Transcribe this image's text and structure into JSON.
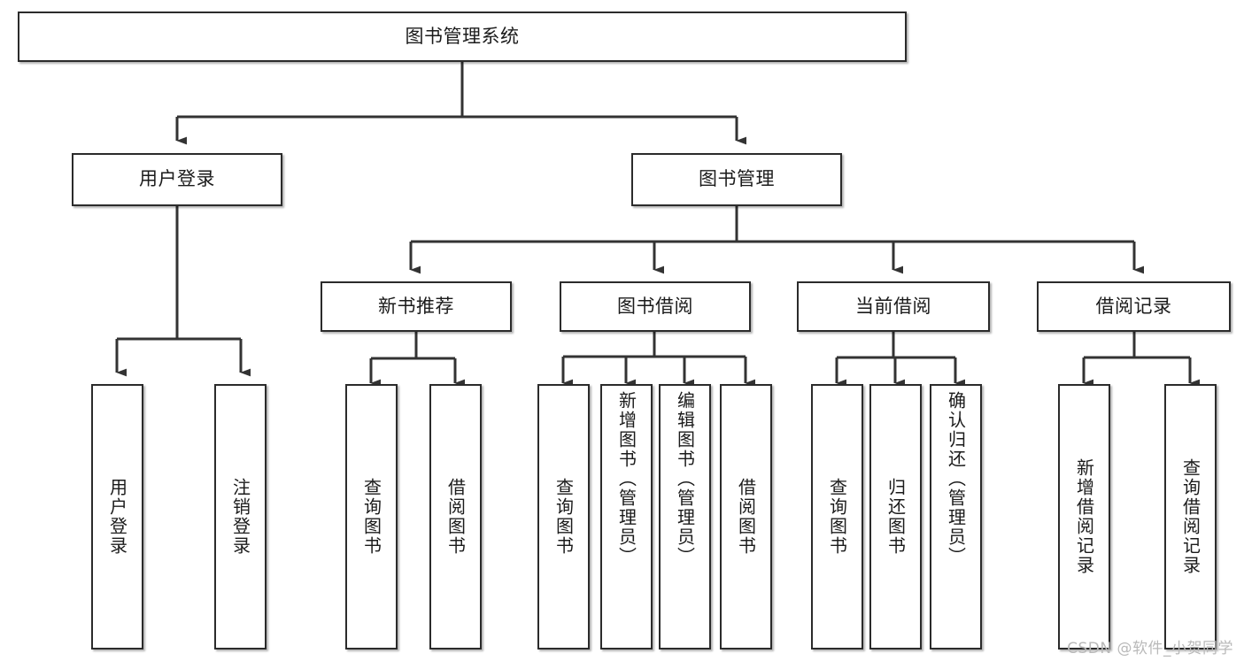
{
  "diagram": {
    "title": "图书管理系统",
    "type": "hierarchy-tree",
    "root": {
      "id": "root",
      "label": "图书管理系统"
    },
    "level2": [
      {
        "id": "user-login",
        "label": "用户登录"
      },
      {
        "id": "book-management",
        "label": "图书管理"
      }
    ],
    "level3": [
      {
        "id": "new-book-recommend",
        "label": "新书推荐",
        "parent": "book-management"
      },
      {
        "id": "book-borrow",
        "label": "图书借阅",
        "parent": "book-management"
      },
      {
        "id": "current-borrow",
        "label": "当前借阅",
        "parent": "book-management"
      },
      {
        "id": "borrow-record",
        "label": "借阅记录",
        "parent": "book-management"
      }
    ],
    "leaves": {
      "user_login": [
        {
          "id": "leaf-user-login",
          "label": "用户登录"
        },
        {
          "id": "leaf-user-logout",
          "label": "注销登录"
        }
      ],
      "new_book_recommend": [
        {
          "id": "leaf-query-book-1",
          "label": "查询图书"
        },
        {
          "id": "leaf-borrow-book-1",
          "label": "借阅图书"
        }
      ],
      "book_borrow": [
        {
          "id": "leaf-query-book-2",
          "label": "查询图书"
        },
        {
          "id": "leaf-add-book",
          "label": "新增图书（管理员）"
        },
        {
          "id": "leaf-edit-book",
          "label": "编辑图书（管理员）"
        },
        {
          "id": "leaf-borrow-book-2",
          "label": "借阅图书"
        }
      ],
      "current_borrow": [
        {
          "id": "leaf-query-book-3",
          "label": "查询图书"
        },
        {
          "id": "leaf-return-book",
          "label": "归还图书"
        },
        {
          "id": "leaf-confirm-return",
          "label": "确认归还（管理员）"
        }
      ],
      "borrow_record": [
        {
          "id": "leaf-add-record",
          "label": "新增借阅记录"
        },
        {
          "id": "leaf-query-record",
          "label": "查询借阅记录"
        }
      ]
    }
  },
  "watermark": {
    "text": "CSDN @软件_小贺同学"
  },
  "colors": {
    "border": "#2b2b2b",
    "background": "#ffffff",
    "text": "#1b1b1b",
    "watermark": "#b9b9b9",
    "connector": "#333333"
  }
}
